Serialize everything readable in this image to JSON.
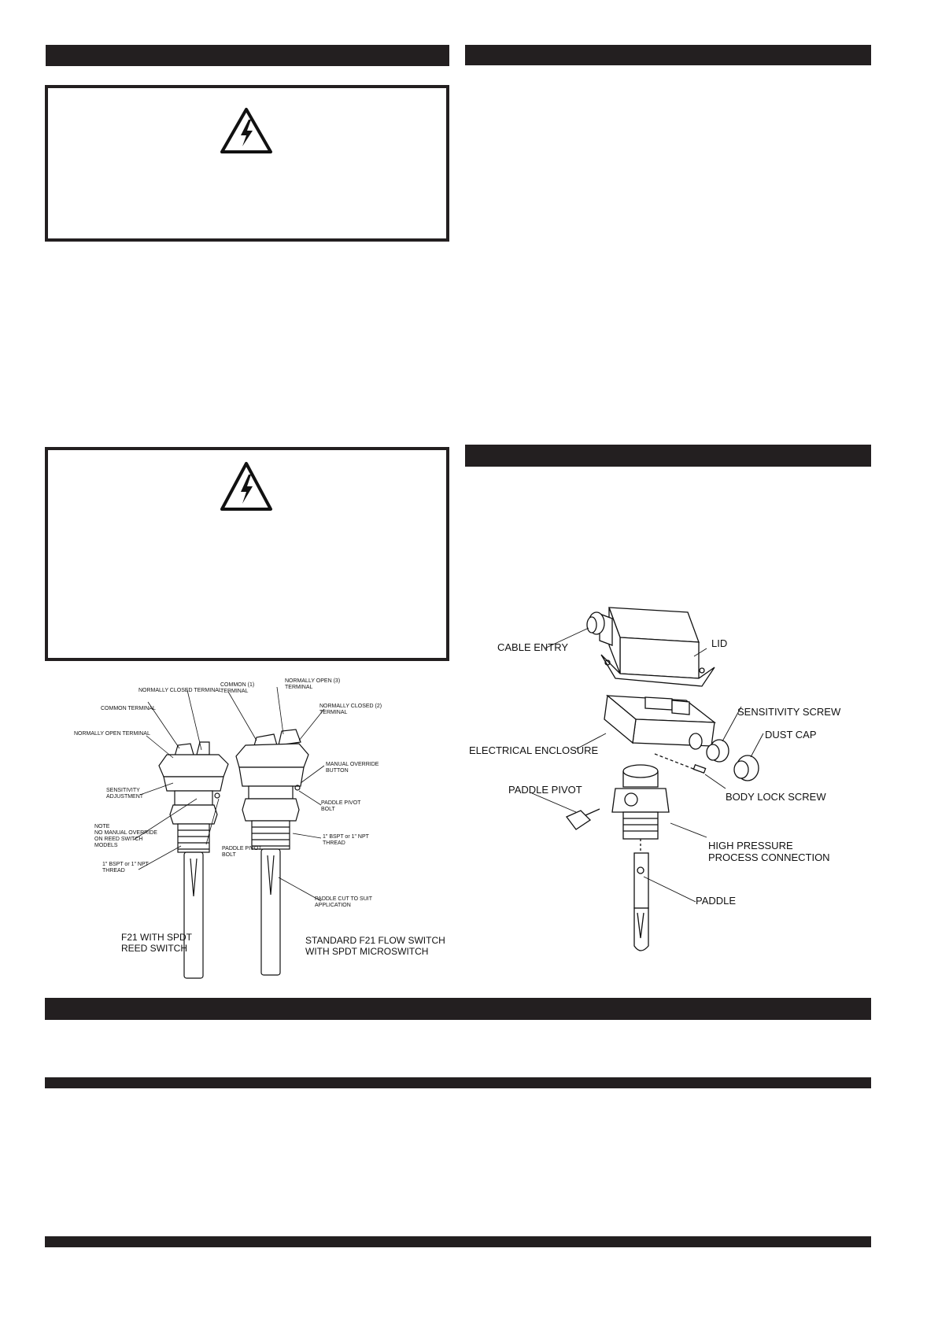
{
  "left_diagram": {
    "labels": {
      "nc_terminal": "NORMALLY CLOSED TERMINAL",
      "common_terminal": "COMMON TERMINAL",
      "no_terminal": "NORMALLY OPEN TERMINAL",
      "sensitivity": [
        "SENSITIVITY",
        "ADJUSTMENT"
      ],
      "note": [
        "NOTE",
        "NO MANUAL OVERRIDE",
        "ON REED SWITCH",
        "MODELS"
      ],
      "thread_left": [
        "1\" BSPT or 1\" NPT",
        "THREAD"
      ],
      "pivot_left": [
        "PADDLE PIVOT",
        "BOLT"
      ],
      "common_1": [
        "COMMON (1)",
        "TERMINAL"
      ],
      "no_3": [
        "NORMALLY OPEN (3)",
        "TERMINAL"
      ],
      "nc_2": [
        "NORMALLY CLOSED (2)",
        "TERMINAL"
      ],
      "manual_override": [
        "MANUAL OVERRIDE",
        "BUTTON"
      ],
      "pivot_right": [
        "PADDLE PIVOT",
        "BOLT"
      ],
      "thread_right": [
        "1\" BSPT or 1\" NPT",
        "THREAD"
      ],
      "paddle_cut": [
        "PADDLE CUT TO SUIT",
        "APPLICATION"
      ],
      "caption_left": [
        "F21 WITH SPDT",
        "REED SWITCH"
      ],
      "caption_right": [
        "STANDARD F21 FLOW SWITCH",
        "WITH SPDT MICROSWITCH"
      ]
    }
  },
  "right_diagram": {
    "labels": {
      "cable_entry": "CABLE ENTRY",
      "lid": "LID",
      "sensitivity_screw": "SENSITIVITY SCREW",
      "dust_cap": "DUST CAP",
      "electrical_enclosure": "ELECTRICAL ENCLOSURE",
      "paddle_pivot": "PADDLE PIVOT",
      "body_lock_screw": "BODY LOCK SCREW",
      "high_pressure": [
        "HIGH PRESSURE",
        "PROCESS CONNECTION"
      ],
      "paddle": "PADDLE"
    }
  },
  "icons": {
    "warning_1": "electrical-hazard-icon",
    "warning_2": "electrical-hazard-icon"
  },
  "colors": {
    "bar": "#231f20",
    "line": "#111111"
  }
}
